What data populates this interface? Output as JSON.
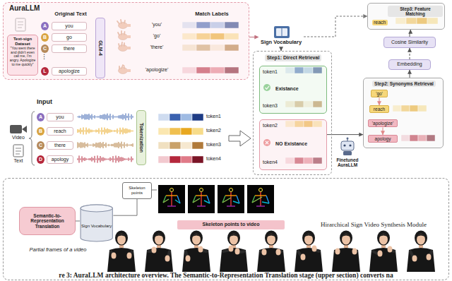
{
  "diagram": {
    "caption": "re 3: AuraLLM architecture overview. The Semantic-to-Representation Translation stage (upper section) converts na",
    "nodes": [
      {
        "text": [
          "AuraLLM"
        ]
      },
      {
        "text": [
          "Text-sign Dataset",
          "\"You went there and didn't even call me, I'm angry. Apologize to me quickly\""
        ],
        "in": 0
      },
      {
        "text": [
          "A"
        ],
        "in": 0
      },
      {
        "text": [
          "you"
        ],
        "in": 0
      },
      {
        "text": [
          "B"
        ],
        "in": 0
      },
      {
        "text": [
          "go"
        ],
        "in": 0
      },
      {
        "text": [
          "C"
        ],
        "in": 0
      },
      {
        "text": [
          "there"
        ],
        "in": 0
      },
      {
        "text": [
          "L"
        ],
        "in": 0
      },
      {
        "text": [
          "apologize"
        ],
        "in": 0
      },
      {
        "text": [
          "GLM-4"
        ],
        "in": 0
      },
      {
        "text": [
          "Sign Vocabulary"
        ]
      },
      {
        "text": [
          "Step1: Direct Retrieval"
        ]
      },
      {
        "text": [
          "token1",
          "Existance",
          "token3"
        ],
        "in": 12
      },
      {
        "text": [
          "token2",
          "NO Existance",
          "token4"
        ],
        "in": 12
      },
      {
        "text": [
          "Step3: Feature Matching",
          "reach"
        ]
      },
      {
        "text": [
          "Cosine Similarity"
        ]
      },
      {
        "text": [
          "Embedding"
        ]
      },
      {
        "text": [
          "Step2: Synonyms Retrieval"
        ]
      },
      {
        "text": [
          "'go'"
        ],
        "in": 18
      },
      {
        "text": [
          "reach"
        ],
        "in": 18
      },
      {
        "text": [
          "'apologize'"
        ],
        "in": 18
      },
      {
        "text": [
          "apology"
        ],
        "in": 18
      },
      {
        "text": [
          "A"
        ]
      },
      {
        "text": [
          "you"
        ]
      },
      {
        "text": [
          "B"
        ]
      },
      {
        "text": [
          "reach"
        ]
      },
      {
        "text": [
          "C"
        ]
      },
      {
        "text": [
          "there"
        ]
      },
      {
        "text": [
          "D"
        ]
      },
      {
        "text": [
          "apology"
        ]
      },
      {
        "text": [
          "Tokenization"
        ]
      },
      {
        "text": [
          "Hirarchical Sign Video Synthesis Module"
        ]
      },
      {
        "text": [
          "Semantic-to-Representation Translation"
        ],
        "in": 32
      },
      {
        "text": [
          "Sign Vocabulary"
        ],
        "in": 32
      },
      {
        "text": [
          "Skeleton points"
        ],
        "in": 32
      },
      {
        "text": [
          "Skeleton points to video"
        ],
        "in": 32
      }
    ],
    "edges": [
      {
        "from": 0,
        "to": 11,
        "arrow": "to"
      },
      {
        "from": 11,
        "to": 12,
        "arrow": "to"
      },
      {
        "from": 11,
        "to": 15,
        "arrow": "to"
      },
      {
        "from": 14,
        "to": 18,
        "arrow": "to"
      },
      {
        "from": 19,
        "to": 20,
        "arrow": "to"
      },
      {
        "from": 21,
        "to": 22,
        "arrow": "to"
      },
      {
        "from": 18,
        "to": 17,
        "arrow": "to"
      },
      {
        "from": 17,
        "to": 16,
        "arrow": "to"
      },
      {
        "from": 16,
        "to": 15,
        "arrow": "to"
      },
      {
        "from": 33,
        "to": 34,
        "arrow": "none"
      },
      {
        "from": 34,
        "to": 35,
        "arrow": "none"
      }
    ],
    "labels": [
      "Original Text",
      "Match Labels",
      "⋮",
      "'you'",
      "'go'",
      "'there'",
      "'apologize'",
      "Input",
      "Video",
      "Text",
      "token1",
      "token2",
      "token3",
      "token4",
      "Finetuned AuraLLM",
      "Partial frames of a video"
    ]
  }
}
